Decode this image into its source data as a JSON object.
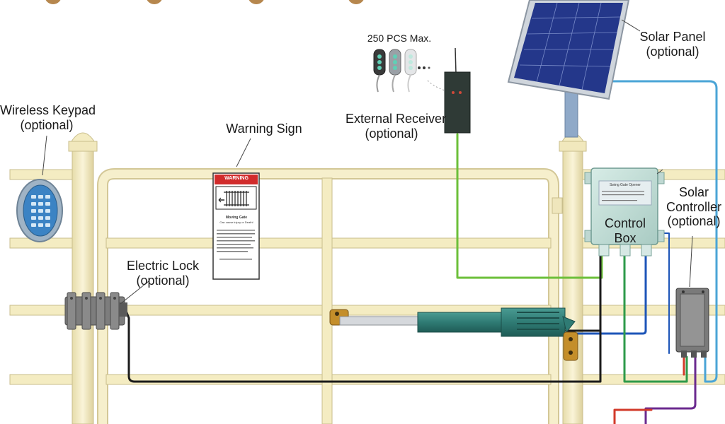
{
  "labels": {
    "wireless_keypad": [
      "Wireless Keypad",
      "(optional)"
    ],
    "warning_sign": "Warning Sign",
    "electric_lock": [
      "Electric Lock",
      "(optional)"
    ],
    "remotes_max": "250 PCS Max.",
    "external_receiver": [
      "External Receiver",
      "(optional)"
    ],
    "solar_panel": [
      "Solar Panel",
      "(optional)"
    ],
    "control_box": "Control Box",
    "solar_controller": [
      "Solar",
      "Controller",
      "(optional)"
    ]
  },
  "warning_sign": {
    "header": "WARNING",
    "title": "Moving Gate",
    "subtitle": "Can cause injury or Death!"
  },
  "control_box_plate": {
    "title": "Swing Gate Opener"
  },
  "colors": {
    "fence": "#f4ecc2",
    "fence_edge": "#c9be8c",
    "wire_green": "#6cbf3a",
    "wire_blue": "#1d55b8",
    "wire_black": "#1b1b1b",
    "wire_cyan": "#4aa4d6",
    "wire_red": "#d23a2a",
    "wire_purple": "#6b2a8f",
    "actuator": "#2f7b74",
    "solar_cells": "#2a3c8c"
  }
}
